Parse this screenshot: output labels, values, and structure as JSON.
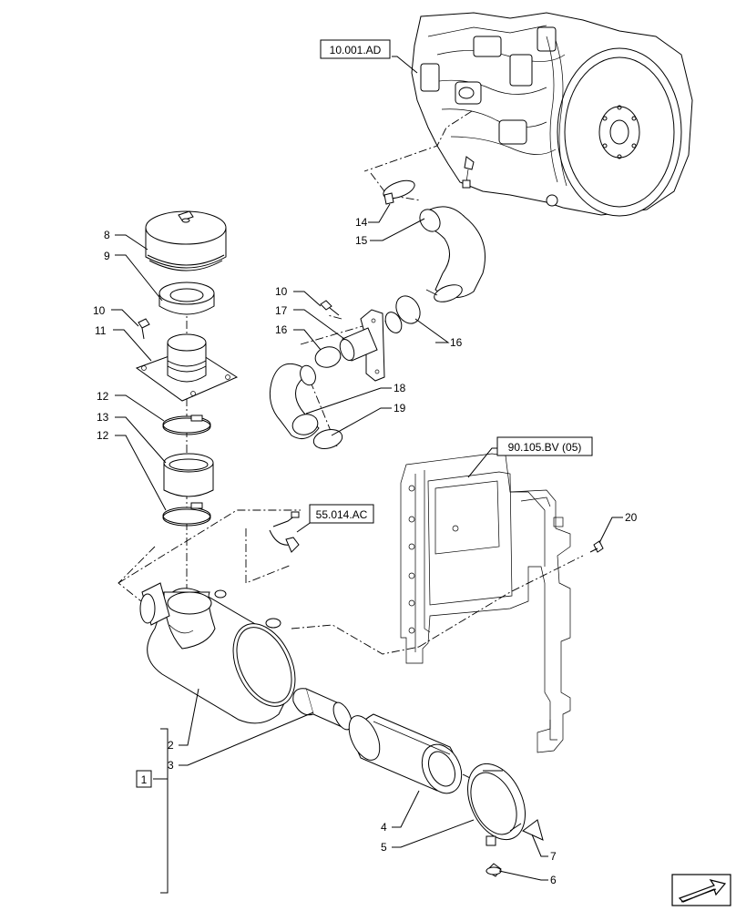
{
  "references": {
    "engine": "10.001.AD",
    "frame": "90.105.BV (05)",
    "harness": "55.014.AC"
  },
  "group_label": "1",
  "callouts": {
    "c2": "2",
    "c3": "3",
    "c4": "4",
    "c5": "5",
    "c6": "6",
    "c7": "7",
    "c8": "8",
    "c9": "9",
    "c10a": "10",
    "c10b": "10",
    "c11": "11",
    "c12a": "12",
    "c12b": "12",
    "c13": "13",
    "c14": "14",
    "c15": "15",
    "c16a": "16",
    "c16b": "16",
    "c17": "17",
    "c18": "18",
    "c19": "19",
    "c20": "20"
  },
  "icons": {
    "engine": "engine-illustration-icon",
    "nav": "next-page-arrow-icon"
  }
}
